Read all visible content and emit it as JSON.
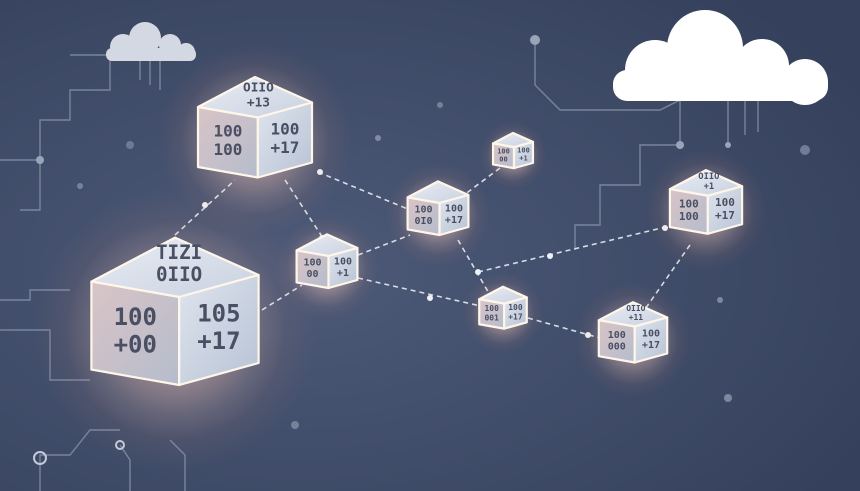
{
  "colors": {
    "background": "#3d4a66",
    "circuit": "#8d97ad",
    "cloud": "#ffffff",
    "cloud_small": "#d4d8e2",
    "glow": "#ff9a7a",
    "link": "#e8ecf3"
  },
  "cubes": [
    {
      "id": "big",
      "top": "TIZI\n0IIO",
      "left": "100\n+00",
      "right": "105\n+17"
    },
    {
      "id": "upper-left",
      "top": "OIIO\n+13",
      "left": "100\n100",
      "right": "100\n+17"
    },
    {
      "id": "middle-left",
      "top": "",
      "left": "100\n00",
      "right": "100\n+1"
    },
    {
      "id": "middle",
      "top": "",
      "left": "100\n0I0",
      "right": "100\n+17"
    },
    {
      "id": "small-top",
      "top": "",
      "left": "100\n00",
      "right": "100\n+1"
    },
    {
      "id": "lower-middle",
      "top": "",
      "left": "100\n001",
      "right": "100\n+17"
    },
    {
      "id": "right",
      "top": "OIIO\n+1",
      "left": "100\n100",
      "right": "100\n+17"
    },
    {
      "id": "lower-right",
      "top": "OIIO\n+11",
      "left": "100\n000",
      "right": "100\n+17"
    }
  ]
}
